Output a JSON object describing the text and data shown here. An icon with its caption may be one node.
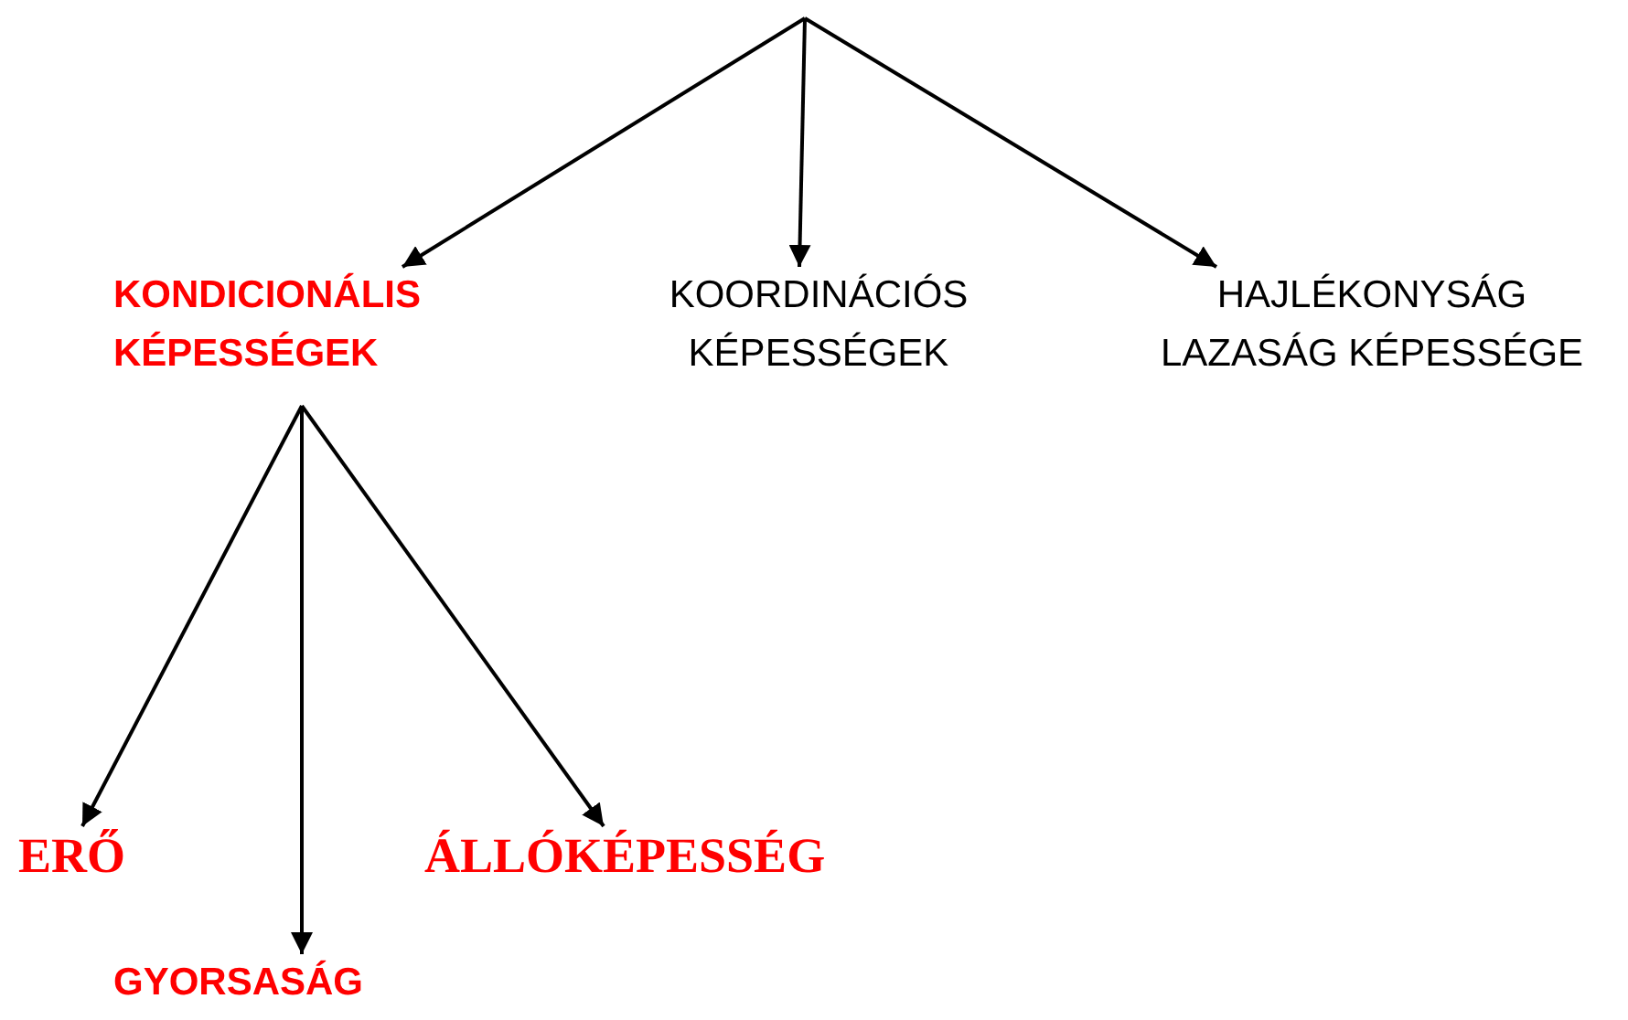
{
  "diagram": {
    "nodes": [
      {
        "text": [
          "KONDICIONÁLIS KÉPESSÉGEK"
        ]
      },
      {
        "text": [
          "KOORDINÁCIÓS KÉPESSÉGEK"
        ]
      },
      {
        "text": [
          "HAJLÉKONYSÁG LAZASÁG KÉPESSÉGE"
        ]
      },
      {
        "text": [
          "ERŐ"
        ]
      },
      {
        "text": [
          "ÁLLÓKÉPESSÉG"
        ]
      },
      {
        "text": [
          "GYORSASÁG"
        ]
      }
    ],
    "edges": [
      {
        "from": null,
        "to": 0,
        "arrow": "to"
      },
      {
        "from": null,
        "to": 1,
        "arrow": "to"
      },
      {
        "from": null,
        "to": 2,
        "arrow": "to"
      },
      {
        "from": 0,
        "to": 3,
        "arrow": "to"
      },
      {
        "from": 0,
        "to": 5,
        "arrow": "to"
      },
      {
        "from": 0,
        "to": 4,
        "arrow": "to"
      }
    ]
  }
}
